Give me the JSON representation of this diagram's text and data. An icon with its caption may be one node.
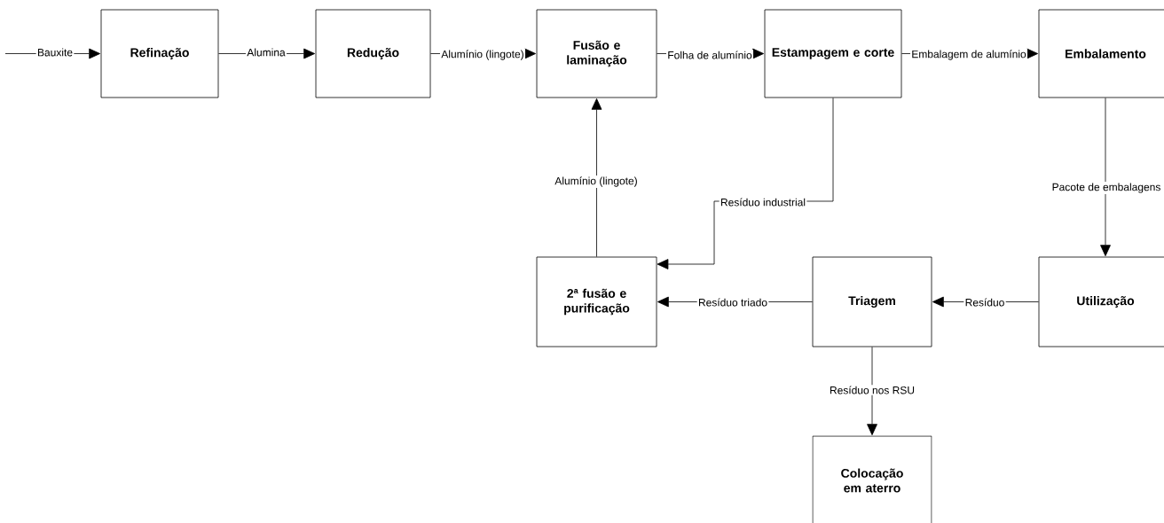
{
  "diagram": {
    "nodes": [
      {
        "text": [
          "Refinação"
        ]
      },
      {
        "text": [
          "Redução"
        ]
      },
      {
        "text": [
          "Fusão e laminação"
        ]
      },
      {
        "text": [
          "Estampagem e corte"
        ]
      },
      {
        "text": [
          "Embalamento"
        ]
      },
      {
        "text": [
          "Utilização"
        ]
      },
      {
        "text": [
          "Triagem"
        ]
      },
      {
        "text": [
          "2ª fusão e purificação"
        ]
      },
      {
        "text": [
          "Colocação em aterro"
        ]
      }
    ],
    "edges": [
      {
        "from": null,
        "to": 0,
        "arrow": "to",
        "label": "Bauxite"
      },
      {
        "from": 0,
        "to": 1,
        "arrow": "to",
        "label": "Alumina"
      },
      {
        "from": 1,
        "to": 2,
        "arrow": "to",
        "label": "Alumínio (lingote)"
      },
      {
        "from": 2,
        "to": 3,
        "arrow": "to",
        "label": "Folha de alumínio"
      },
      {
        "from": 3,
        "to": 4,
        "arrow": "to",
        "label": "Embalagem de alumínio"
      },
      {
        "from": 4,
        "to": 5,
        "arrow": "to",
        "label": "Pacote de embalagens"
      },
      {
        "from": 5,
        "to": 6,
        "arrow": "to",
        "label": "Resíduo"
      },
      {
        "from": 6,
        "to": 7,
        "arrow": "to",
        "label": "Resíduo triado"
      },
      {
        "from": 7,
        "to": 2,
        "arrow": "to",
        "label": "Alumínio (lingote)"
      },
      {
        "from": 3,
        "to": 7,
        "arrow": "to",
        "label": "Resíduo industrial"
      },
      {
        "from": 6,
        "to": 8,
        "arrow": "to",
        "label": "Resíduo nos RSU"
      }
    ]
  }
}
